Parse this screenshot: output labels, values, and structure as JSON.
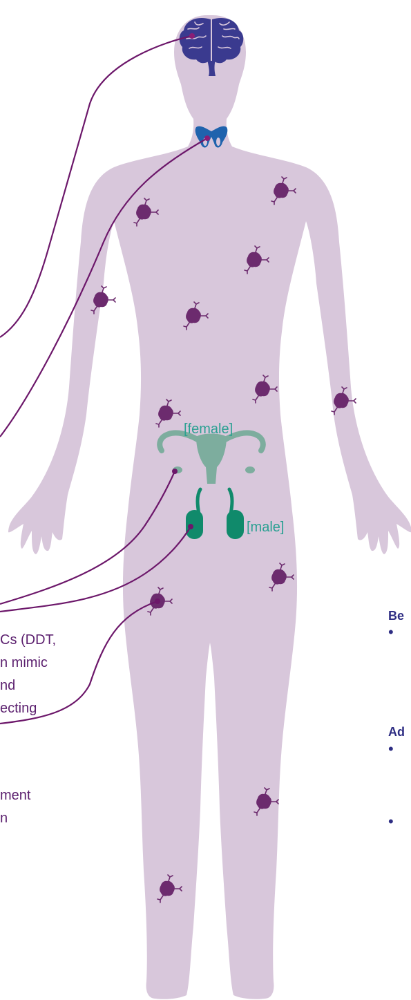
{
  "colors": {
    "body": "#d8c7db",
    "brain": "#3a3a8f",
    "thyroid": "#1f63ad",
    "female_organ": "#7dad9e",
    "male_organ": "#108a6b",
    "cell": "#6c2b6e",
    "connector": "#6c176a",
    "label_teal": "#2aa092",
    "left_text": "#5b1f6e",
    "right_header": "#2e2d83"
  },
  "labels": {
    "female": "[female]",
    "male": "[male]"
  },
  "left_text": {
    "lines": [
      "Cs (DDT,",
      "n mimic",
      "nd",
      "ecting",
      "",
      "",
      "ment",
      "n"
    ]
  },
  "right_text": {
    "heading_1": "Be",
    "heading_2": "Ad",
    "bullet": "•"
  },
  "icons": [
    "brain-icon",
    "thyroid-icon",
    "female-reproductive-icon",
    "testis-icon",
    "cell-icon"
  ]
}
